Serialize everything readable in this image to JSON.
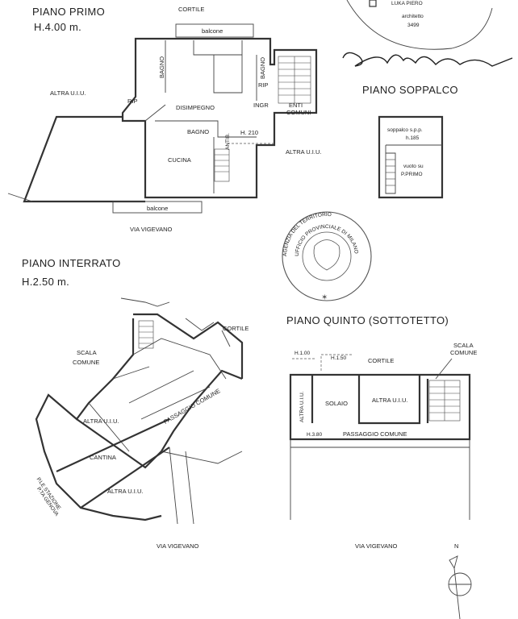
{
  "stamp_top": {
    "name": "LUKA PIERO",
    "title": "architetto",
    "number": "3499"
  },
  "piano_primo": {
    "title": "PIANO PRIMO",
    "height": "H.4.00 m.",
    "labels": {
      "cortile": "CORTILE",
      "balcone_top": "balcone",
      "bagno1": "BAGNO",
      "bagno2": "BAGNO",
      "rip1": "RIP",
      "rip2": "RIP",
      "altra_left": "ALTRA U.I.U.",
      "disimpegno": "DISIMPEGNO",
      "ingr": "INGR",
      "enti": "ENTI",
      "comuni": "COMUNI",
      "bagno3": "BAGNO",
      "antib": "ANTIB.",
      "h210": "H. 210",
      "cucina": "CUCINA",
      "altra_right": "ALTRA U.I.U.",
      "balcone_bottom": "balcone",
      "via": "VIA VIGEVANO"
    }
  },
  "piano_soppalco": {
    "title": "PIANO SOPPALCO",
    "labels": {
      "soppalco": "soppalco s.p.p.",
      "h185": "h.185",
      "vuoto": "vuoto su",
      "primo": "P.PRIMO"
    }
  },
  "stamp_round": {
    "outer_text": "AGENZIA DEL TERRITORIO",
    "inner_text": "UFFICIO PROVINCIALE DI MILANO"
  },
  "piano_interrato": {
    "title": "PIANO INTERRATO",
    "height": "H.2.50 m.",
    "labels": {
      "cortile": "CORTILE",
      "scala": "SCALA",
      "comune": "COMUNE",
      "passaggio": "PASSAGGIO COMUNE",
      "altra1": "ALTRA U.I.U.",
      "cantina": "CANTINA",
      "altra2": "ALTRA U.I.U.",
      "ple1": "P.LE STAZIONE",
      "ple2": "P.TA GENOVA",
      "via": "VIA VIGEVANO"
    }
  },
  "piano_quinto": {
    "title": "PIANO QUINTO (SOTTOTETTO)",
    "labels": {
      "h100": "H.1.00",
      "h150": "H.1.50",
      "cortile": "CORTILE",
      "scala": "SCALA",
      "comune": "COMUNE",
      "altra_v": "ALTRA U.I.U.",
      "solaio": "SOLAIO",
      "altra": "ALTRA U.I.U.",
      "h380": "H.3.80",
      "passaggio": "PASSAGGIO COMUNE",
      "via": "VIA VIGEVANO"
    }
  },
  "north": "N"
}
